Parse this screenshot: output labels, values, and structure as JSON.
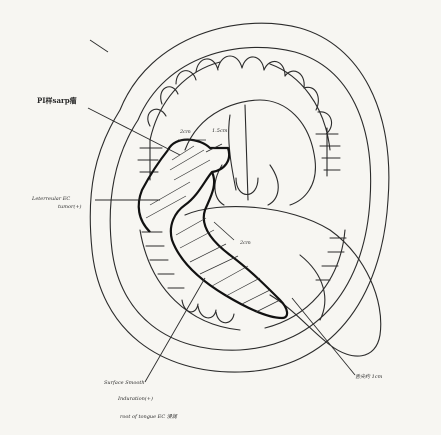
{
  "labels": {
    "tumor_name": "PI样sarp瘤",
    "lateral_tumor": "Leterreular EC",
    "lateral_tumor_2": "tumor(+)",
    "dim_2cm_top": "2cm",
    "dim_15cm": "1.5cm",
    "dim_2cm_tongue": "2cm",
    "tip_note": "舌尖约 1cm",
    "surface": "Surface Smooth",
    "induration": "Induration(+)",
    "root": "root of tongue EC 浸润"
  },
  "colors": {
    "ink": "#2b2b2b",
    "paper": "#f7f6f2",
    "tumor_outline": "#111111"
  }
}
